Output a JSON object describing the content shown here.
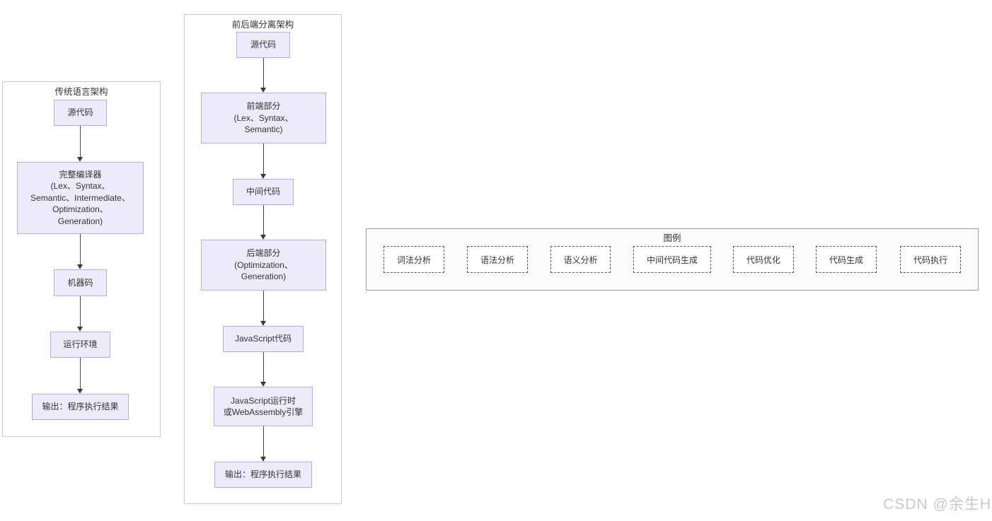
{
  "colors": {
    "node_fill": "#edebf9",
    "node_border": "#b5ace0",
    "panel_border": "#c9c9c9",
    "legend_border": "#9a9a9a",
    "legend_item_border": "#5a5a5a",
    "arrow": "#474747",
    "text": "#333333",
    "watermark": "#c9c9c9"
  },
  "traditional": {
    "title": "传统语言架构",
    "nodes": {
      "source": "源代码",
      "compiler": "完整编译器\n(Lex、Syntax、\nSemantic、Intermediate、\nOptimization、\nGeneration)",
      "machine": "机器码",
      "runtime": "运行环境",
      "output": "输出：程序执行结果"
    }
  },
  "separated": {
    "title": "前后端分离架构",
    "nodes": {
      "source": "源代码",
      "frontend": "前端部分\n(Lex、Syntax、\nSemantic)",
      "intermediate": "中间代码",
      "backend": "后端部分\n(Optimization、\nGeneration)",
      "jscode": "JavaScript代码",
      "jsruntime": "JavaScript运行时\n或WebAssembly引擎",
      "output": "输出：程序执行结果"
    }
  },
  "legend": {
    "title": "图例",
    "items": [
      "词法分析",
      "语法分析",
      "语义分析",
      "中间代码生成",
      "代码优化",
      "代码生成",
      "代码执行"
    ]
  },
  "watermark": "CSDN @余生H"
}
